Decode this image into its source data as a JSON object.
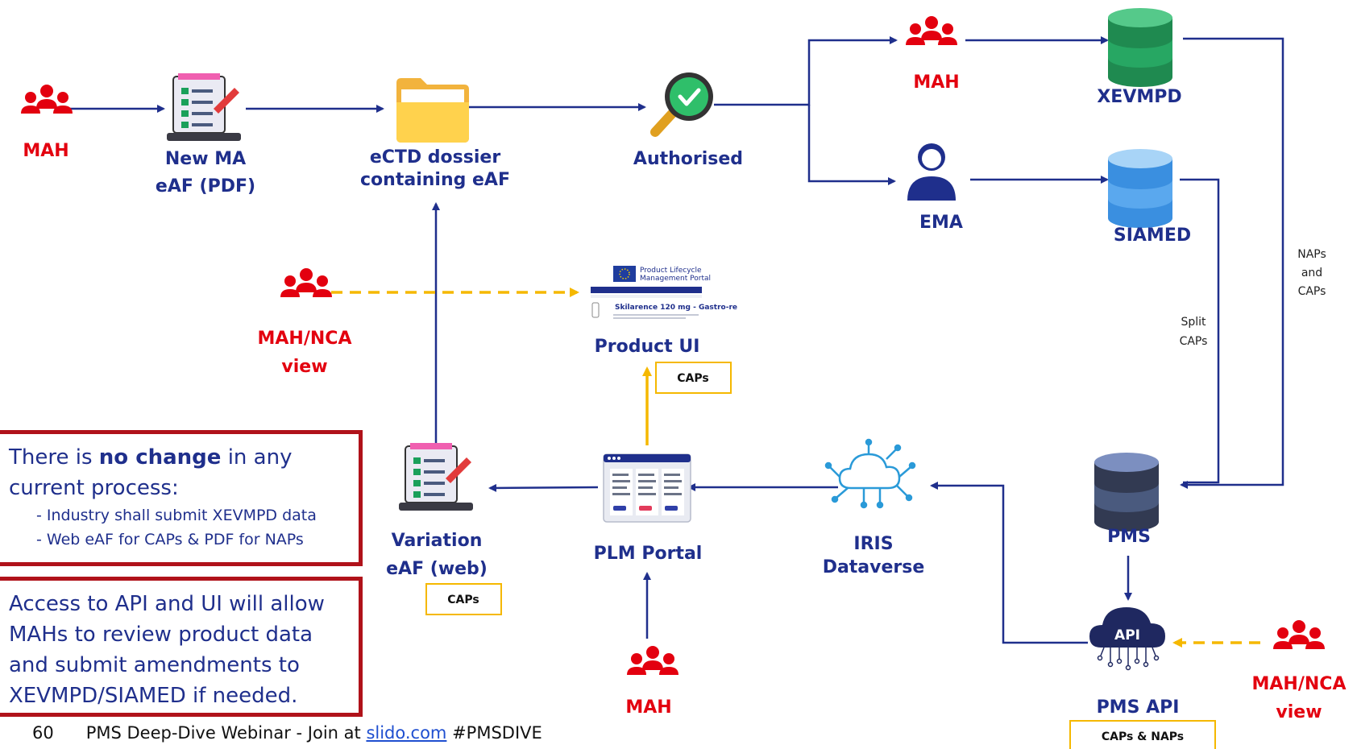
{
  "nodes": {
    "mah_left": "MAH",
    "new_ma": [
      "New MA",
      "eAF (PDF)"
    ],
    "ectd": [
      "eCTD dossier",
      "containing eAF"
    ],
    "authorised": "Authorised",
    "mah_top": "MAH",
    "xevmpd": "XEVMPD",
    "ema": "EMA",
    "siamed": "SIAMED",
    "mah_nca_left": [
      "MAH/NCA",
      "view"
    ],
    "product_ui": "Product UI",
    "variation": [
      "Variation",
      "eAF (web)"
    ],
    "plm_portal": "PLM Portal",
    "iris": [
      "IRIS",
      "Dataverse"
    ],
    "pms": "PMS",
    "pms_api": "PMS API",
    "api_badge": "API",
    "mah_bottom": "MAH",
    "mah_nca_right": [
      "MAH/NCA",
      "view"
    ]
  },
  "edge_labels": {
    "naps_caps": [
      "NAPs",
      "and",
      "CAPs"
    ],
    "split_caps": [
      "Split",
      "CAPs"
    ]
  },
  "tags": {
    "product_ui_tag": "CAPs",
    "variation_tag": "CAPs",
    "pms_api_tag": "CAPs & NAPs"
  },
  "portal_thumbnail": {
    "header_line1": "Product Lifecycle",
    "header_line2": "Management Portal",
    "product_title": "Skilarence 120 mg - Gastro-re"
  },
  "notes": {
    "note1": {
      "prefix": "There is ",
      "bold": "no change",
      "suffix": " in any",
      "line2": "current process:",
      "bullet1": "- Industry shall submit XEVMPD data",
      "bullet2": "- Web eAF for CAPs & PDF for NAPs"
    },
    "note2": {
      "line1": "Access to API and UI will allow",
      "line2": "MAHs to review product data",
      "line3": "and submit amendments to",
      "line4": "XEVMPD/SIAMED if needed."
    }
  },
  "footer": {
    "page_number": "60",
    "text": "PMS Deep-Dive Webinar - Join at",
    "link": "slido.com",
    "hashtag": "#PMSDIVE"
  },
  "colors": {
    "navy": "#1f2f8c",
    "red": "#e3000f",
    "yellow": "#f5b800",
    "green": "#1aa05a",
    "blue": "#2f7fd8",
    "slate": "#4a5a7e",
    "note_border": "#b0121a"
  }
}
